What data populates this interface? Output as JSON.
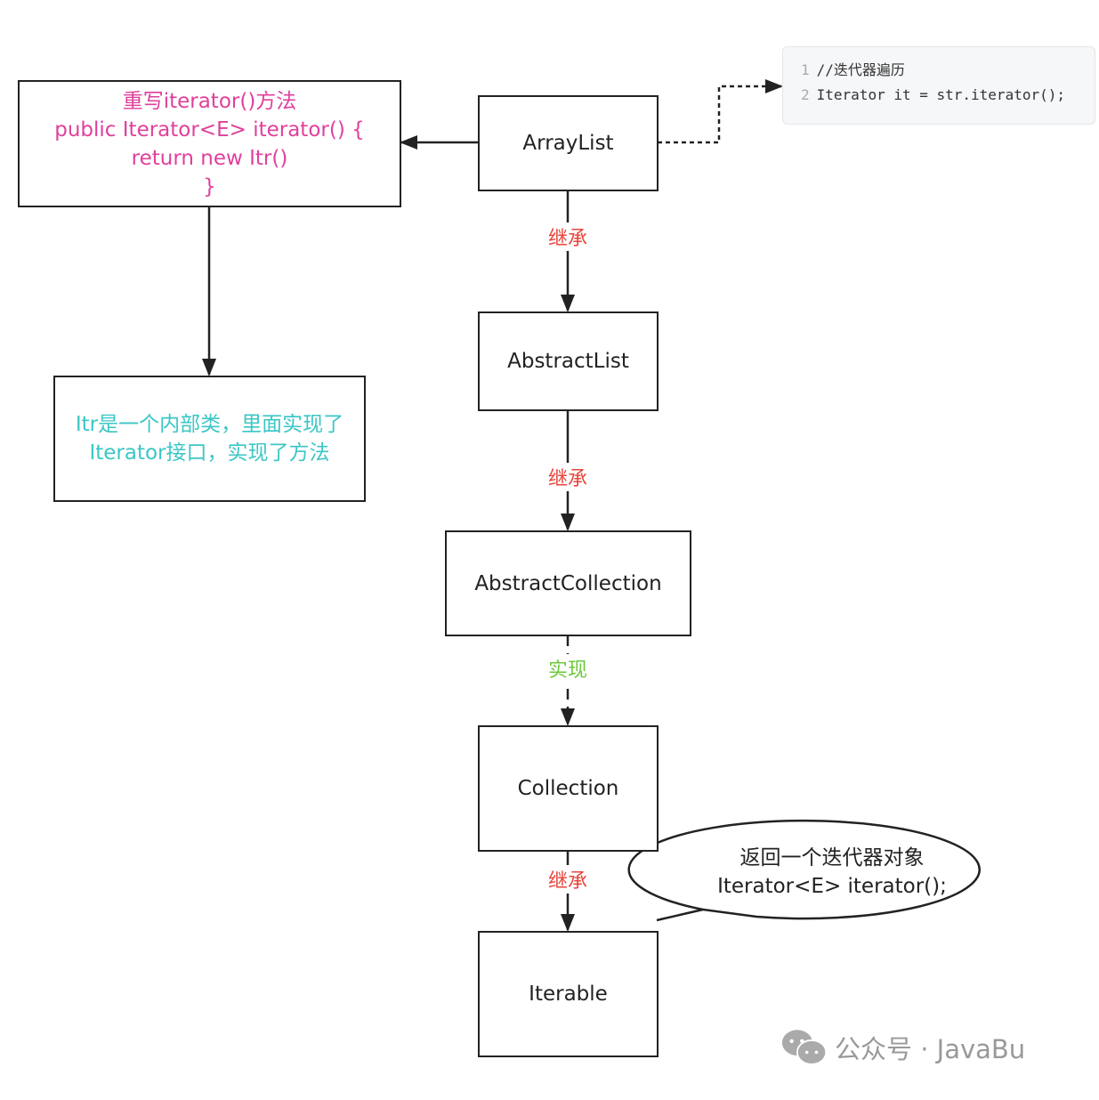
{
  "left_box": {
    "lines": [
      "重写iterator()方法",
      "public Iterator<E> iterator() {",
      "return new Itr()",
      "}"
    ]
  },
  "itr_box": {
    "text": "Itr是一个内部类，里面实现了Iterator接口，实现了方法"
  },
  "nodes": {
    "arraylist": "ArrayList",
    "abstractlist": "AbstractList",
    "abstractcollection": "AbstractCollection",
    "collection": "Collection",
    "iterable": "Iterable"
  },
  "edges": {
    "e1": "继承",
    "e2": "继承",
    "e3": "实现",
    "e4": "继承"
  },
  "code": {
    "line1_no": "1",
    "line1": "//迭代器遍历",
    "line2_no": "2",
    "line2": "Iterator it = str.iterator();"
  },
  "bubble": {
    "line1": "返回一个迭代器对象",
    "line2": "Iterator<E> iterator();"
  },
  "watermark": {
    "text": "公众号 · JavaBu"
  },
  "colors": {
    "pink": "#e0409c",
    "teal": "#3cc6c6",
    "red": "#e8453c",
    "green": "#6cc83a"
  }
}
